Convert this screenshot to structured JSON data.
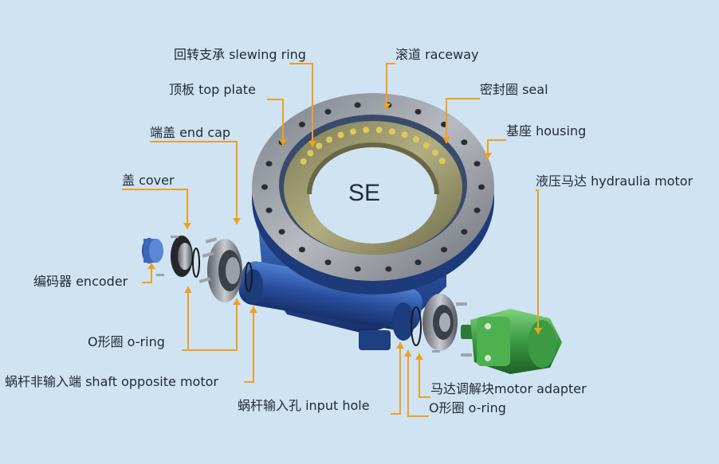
{
  "center_text": "SE",
  "labels": {
    "slewing_ring": "回转支承 slewing ring",
    "raceway": "滚道 raceway",
    "top_plate": "顶板 top plate",
    "seal": "密封圈 seal",
    "end_cap": "端盖 end cap",
    "housing": "基座 housing",
    "cover": "盖 cover",
    "hydraulic_motor": "液压马达 hydraulia motor",
    "encoder": "编码器 encoder",
    "o_ring_left": "O形圈 o-ring",
    "shaft_opposite_motor": "蜗杆非输入端 shaft opposite motor",
    "input_hole": "蜗杆输入孔 input hole",
    "motor_adapter": "马达调解块motor adapter",
    "o_ring_right": "O形圈 o-ring"
  },
  "colors": {
    "background": "#cfe3f2",
    "leader": "#f0a020",
    "body": "#2c55a8",
    "ring_face": "#9d9a78",
    "motor": "#3fa34a"
  }
}
